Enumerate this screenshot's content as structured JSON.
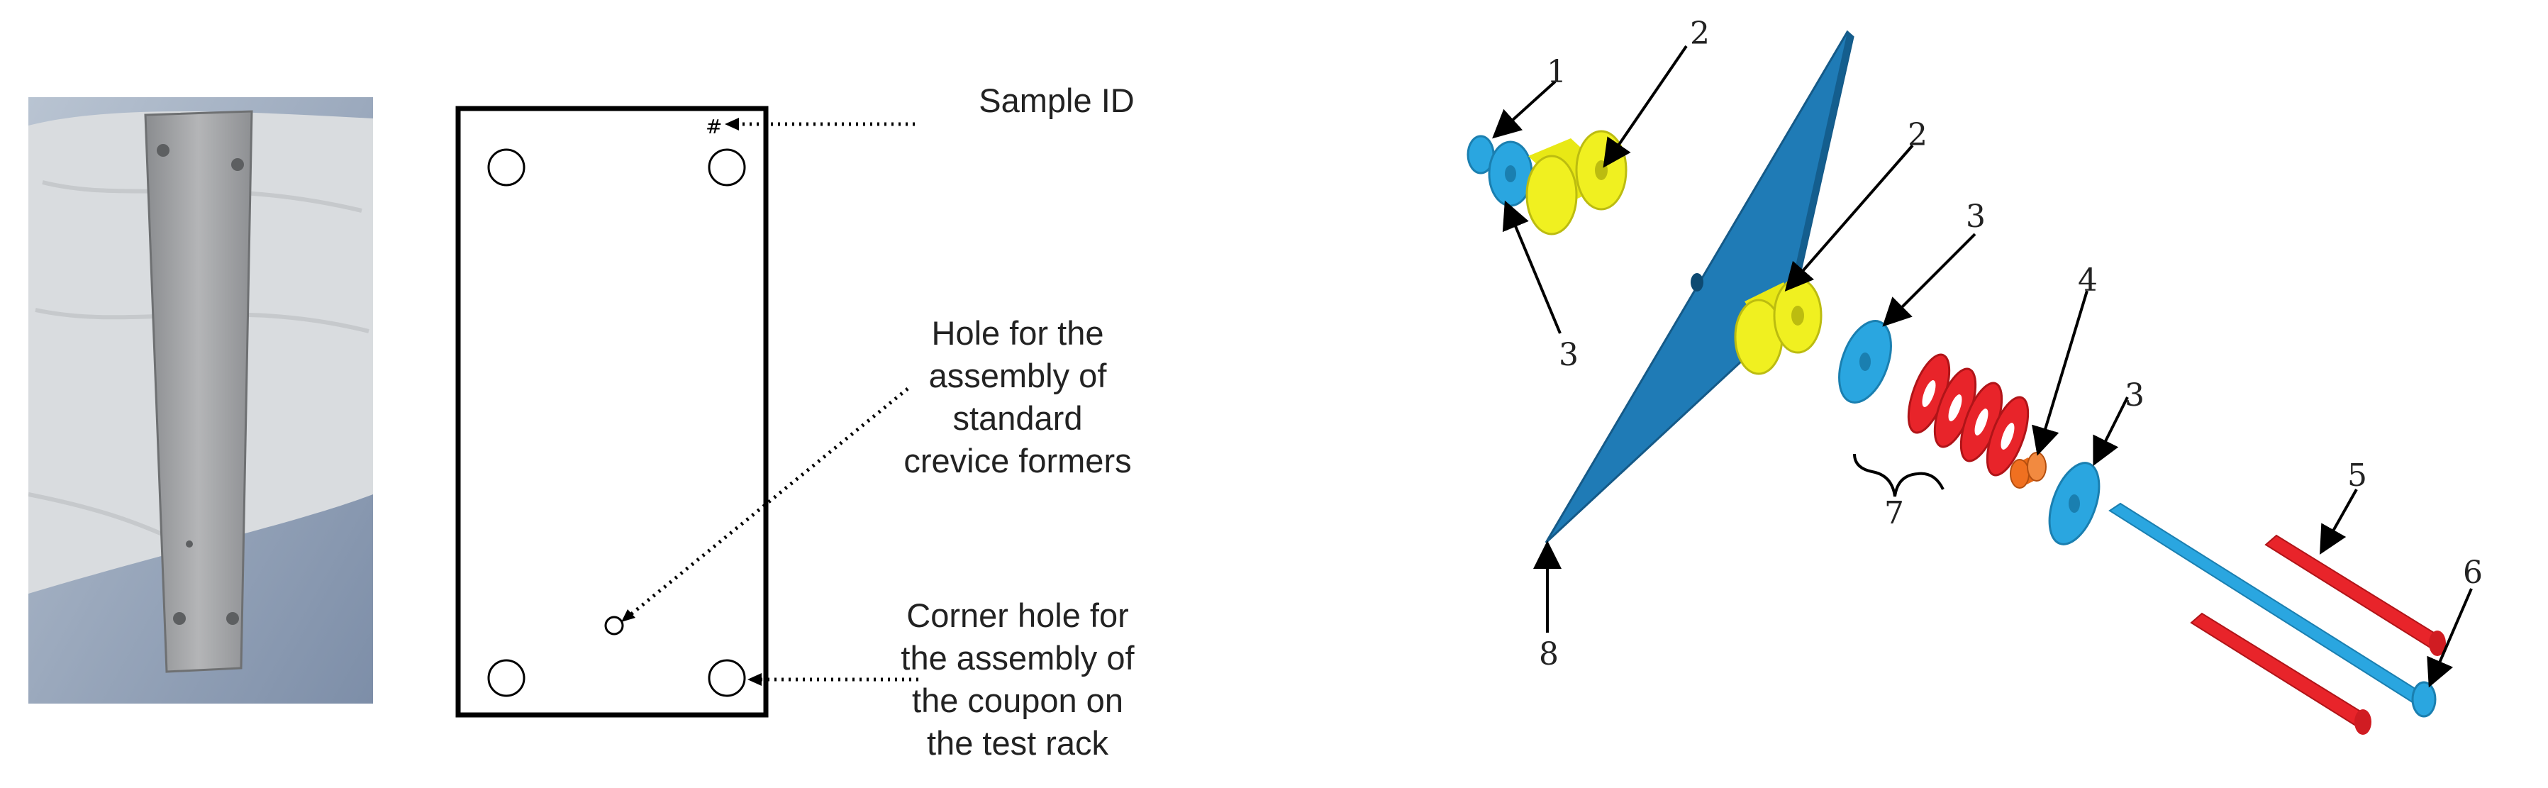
{
  "coupon_drawing": {
    "sample_id_mark": "#",
    "labels": {
      "sample_id": "Sample ID",
      "crevice_hole": "Hole for the assembly of standard crevice formers",
      "corner_hole": "Corner hole for the assembly of the coupon on the test rack"
    },
    "label_lines": {
      "crevice_hole": [
        "Hole for the",
        "assembly of",
        "standard",
        "crevice formers"
      ],
      "corner_hole": [
        "Corner hole for",
        "the assembly of",
        "the coupon on",
        "the test rack"
      ]
    }
  },
  "assembly": {
    "part_numbers": [
      "1",
      "2",
      "2",
      "3",
      "3",
      "3",
      "4",
      "5",
      "6",
      "7",
      "8"
    ],
    "colors": {
      "plate": "#1f7bb6",
      "washer": "#2aa6e0",
      "spacer": "#f0f020",
      "disc_spring": "#e8242a",
      "nut": "#f07020",
      "rod": "#2aa6e0",
      "sleeve": "#e8242a"
    }
  }
}
